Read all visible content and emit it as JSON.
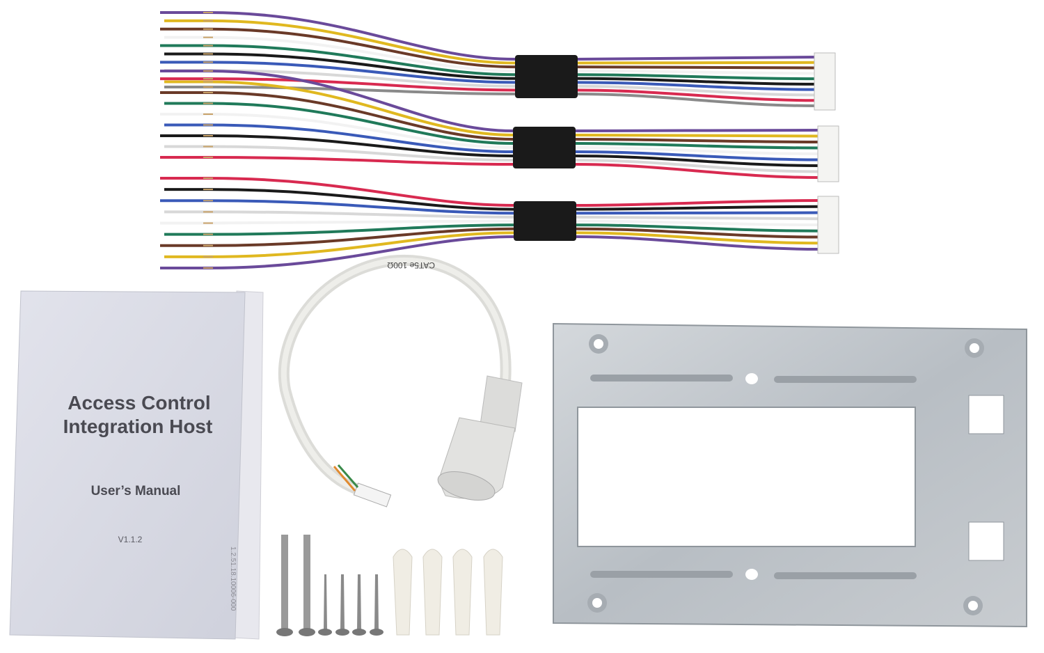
{
  "manual": {
    "title_line1": "Access Control",
    "title_line2": "Integration Host",
    "subtitle": "User’s Manual",
    "version": "V1.1.2",
    "part_code": "1.2.51.18.10006-000"
  },
  "patch_cable": {
    "marking": "CAT5e 100Ω"
  },
  "wire_harnesses": [
    {
      "colors": [
        "#6a4a9a",
        "#e0b820",
        "#6a3a28",
        "#f2f2f2",
        "#207a5a",
        "#1a1a1a",
        "#3a5ab8",
        "#d8d8d8",
        "#d82a50",
        "#8a8a8a"
      ]
    },
    {
      "colors": [
        "#6a4a9a",
        "#e0b820",
        "#6a3a28",
        "#207a5a",
        "#f2f2f2",
        "#3a5ab8",
        "#1a1a1a",
        "#d8d8d8",
        "#d82a50"
      ]
    },
    {
      "colors": [
        "#d82a50",
        "#1a1a1a",
        "#3a5ab8",
        "#d8d8d8",
        "#f2f2f2",
        "#207a5a",
        "#6a3a28",
        "#e0b820",
        "#6a4a9a"
      ]
    }
  ]
}
